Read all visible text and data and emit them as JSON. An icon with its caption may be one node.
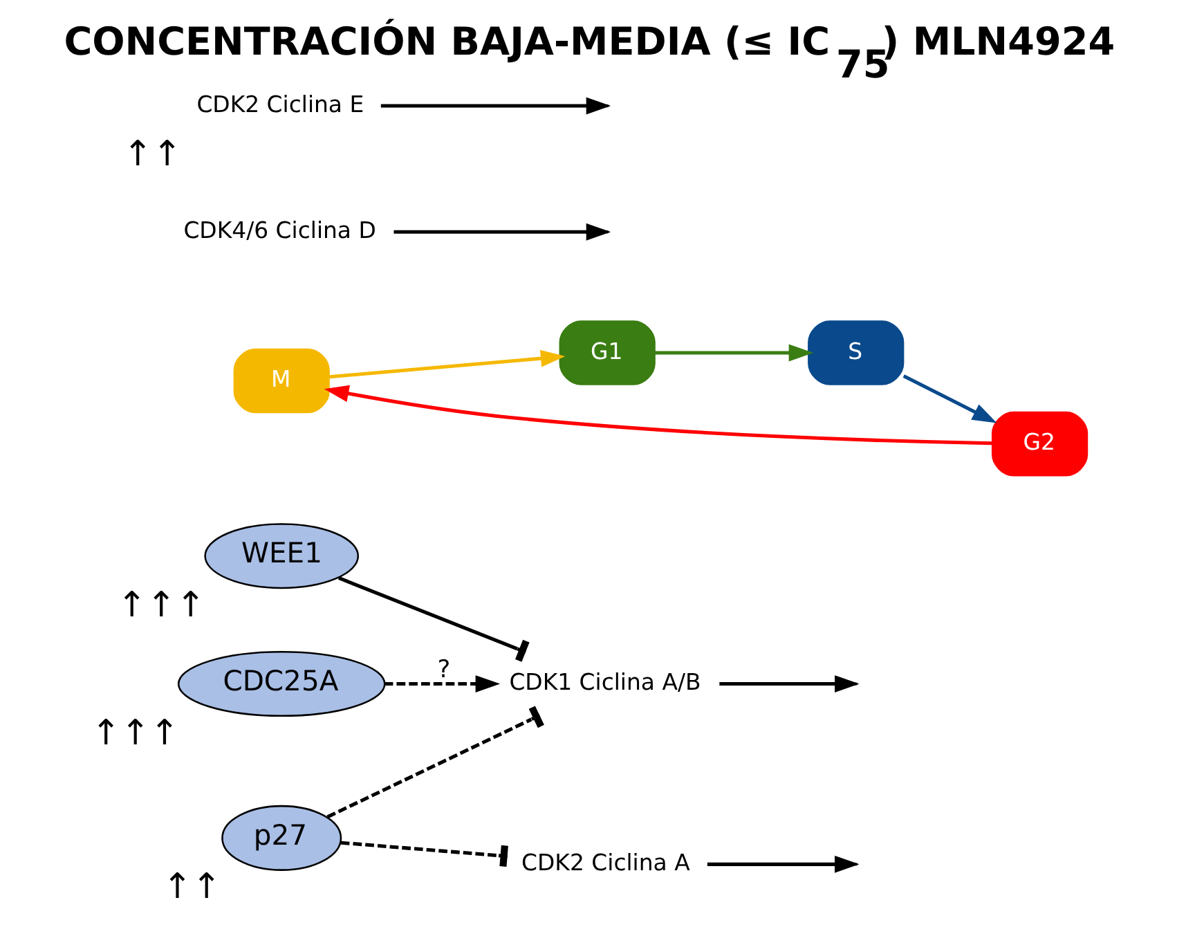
{
  "diagram": {
    "title": "CONCENTRACIÓN BAJA-MEDIA (≤ IC$_{75}$) MLN4924",
    "nodes": [
      {
        "text": [
          "WEE1"
        ],
        "beside": [
          "↑↑↑"
        ]
      },
      {
        "text": [
          "CDC25A"
        ],
        "beside": [
          "↑↑↑"
        ]
      },
      {
        "text": [
          "CDK1 Ciclina A/B"
        ]
      },
      {
        "text": [
          "M"
        ]
      },
      {
        "text": [
          "G2"
        ]
      },
      {
        "text": [
          "G1"
        ]
      },
      {
        "text": [
          "CDK4/6 Ciclina D"
        ]
      },
      {
        "text": [
          "S"
        ]
      },
      {
        "text": [
          "CDK2 Ciclina E"
        ],
        "beside": [
          "↑↑"
        ]
      },
      {
        "text": [
          "p27"
        ],
        "beside": [
          "↑↑"
        ]
      },
      {
        "text": [
          "CDK2 Ciclina A"
        ]
      }
    ],
    "edges": [
      {
        "from": 0,
        "to": 2,
        "arrow": "other"
      },
      {
        "from": 1,
        "to": 2,
        "arrow": "to",
        "style": "dashed",
        "label": "?"
      },
      {
        "from": 9,
        "to": 2,
        "arrow": "other",
        "style": "dashed"
      },
      {
        "from": 9,
        "to": 10,
        "arrow": "other",
        "style": "dashed"
      },
      {
        "from": 4,
        "to": 3,
        "arrow": "to",
        "color": "#ff0000"
      },
      {
        "from": 3,
        "to": 5,
        "arrow": "to",
        "color": "#f5b800"
      },
      {
        "from": 5,
        "to": 7,
        "arrow": "to",
        "color": "#3a7d12"
      },
      {
        "from": 7,
        "to": 4,
        "arrow": "to",
        "color": "#0a4a8c"
      },
      {
        "from": 6,
        "to": null,
        "arrow": "to"
      },
      {
        "from": 8,
        "to": null,
        "arrow": "to"
      },
      {
        "from": 10,
        "to": null,
        "arrow": "to"
      },
      {
        "from": 2,
        "to": null,
        "arrow": "to"
      }
    ]
  }
}
